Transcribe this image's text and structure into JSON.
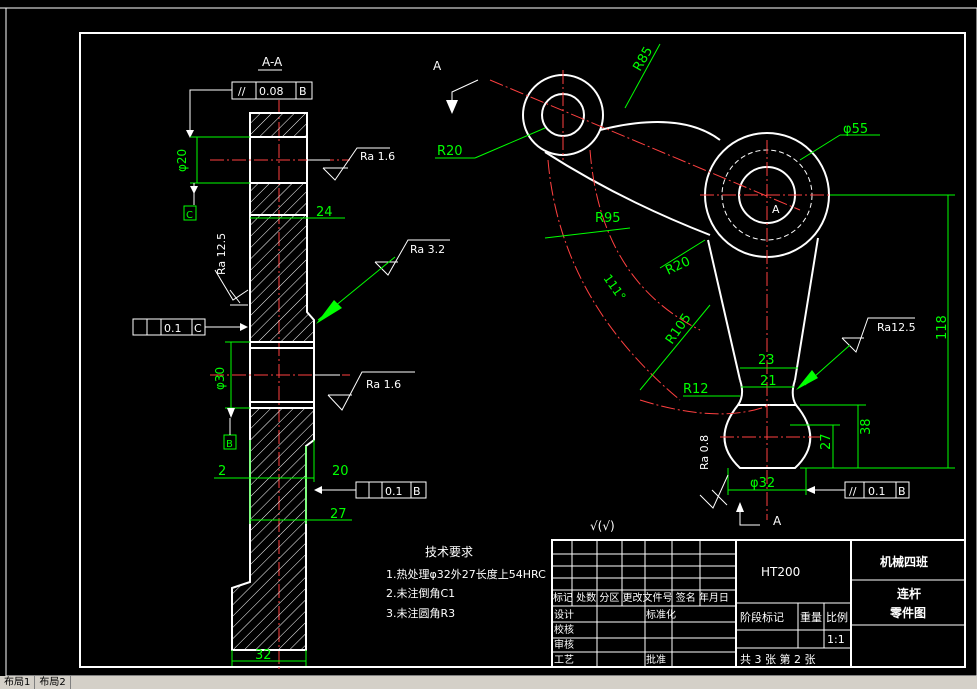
{
  "drawing": {
    "section_label": "A-A",
    "view_label": "A",
    "tolerances": {
      "parallel_top": {
        "symbol": "//",
        "value": "0.08",
        "datum": "B"
      },
      "flatness_mid": {
        "value": "0.1",
        "datum": "C"
      },
      "flatness_low": {
        "value": "0.1",
        "datum": "B"
      },
      "parallel_right": {
        "symbol": "//",
        "value": "0.1",
        "datum": "B"
      }
    },
    "datums": {
      "c": "C",
      "b": "B"
    },
    "left_view": {
      "dim_phi20": "φ20",
      "dim_24": "24",
      "dim_phi30": "φ30",
      "dim_2": "2",
      "dim_20": "20",
      "dim_27": "27",
      "dim_32": "32",
      "ra_16_a": "Ra 1.6",
      "ra_32": "Ra 3.2",
      "ra_16_b": "Ra 1.6",
      "ra_125": "Ra 12.5"
    },
    "right_view": {
      "r85": "R85",
      "phi55": "φ55",
      "r20_a": "R20",
      "r95": "R95",
      "r20_b": "R20",
      "angle": "111°",
      "r105": "R105",
      "ra_125": "Ra12.5",
      "dim_118": "118",
      "dim_23": "23",
      "dim_21": "21",
      "r12": "R12",
      "dim_38": "38",
      "dim_27": "27",
      "phi32": "φ32",
      "ra_08": "Ra 0.8",
      "center_a": "A"
    },
    "tech_requirements": {
      "title": "技术要求",
      "items": [
        "1.热处理φ32外27长度上54HRC",
        "2.未注倒角C1",
        "3.未注圆角R3"
      ]
    },
    "roughness_note": "√(√)"
  },
  "title_block": {
    "material": "HT200",
    "class_name": "机械四班",
    "part_name": "连杆",
    "drawing_type": "零件图",
    "header_row": "标记 处数  分区  更改文件号 签名 年月日",
    "design": "设计",
    "standardize": "标准化",
    "check": "校核",
    "process": "工艺",
    "review": "审核",
    "approve": "批准",
    "stage_mark": "阶段标记",
    "weight": "重量",
    "scale_label": "比例",
    "scale_value": "1:1",
    "sheet_info": "共 3 张   第 2 张"
  },
  "layout_tabs": [
    "布局1",
    "布局2"
  ]
}
